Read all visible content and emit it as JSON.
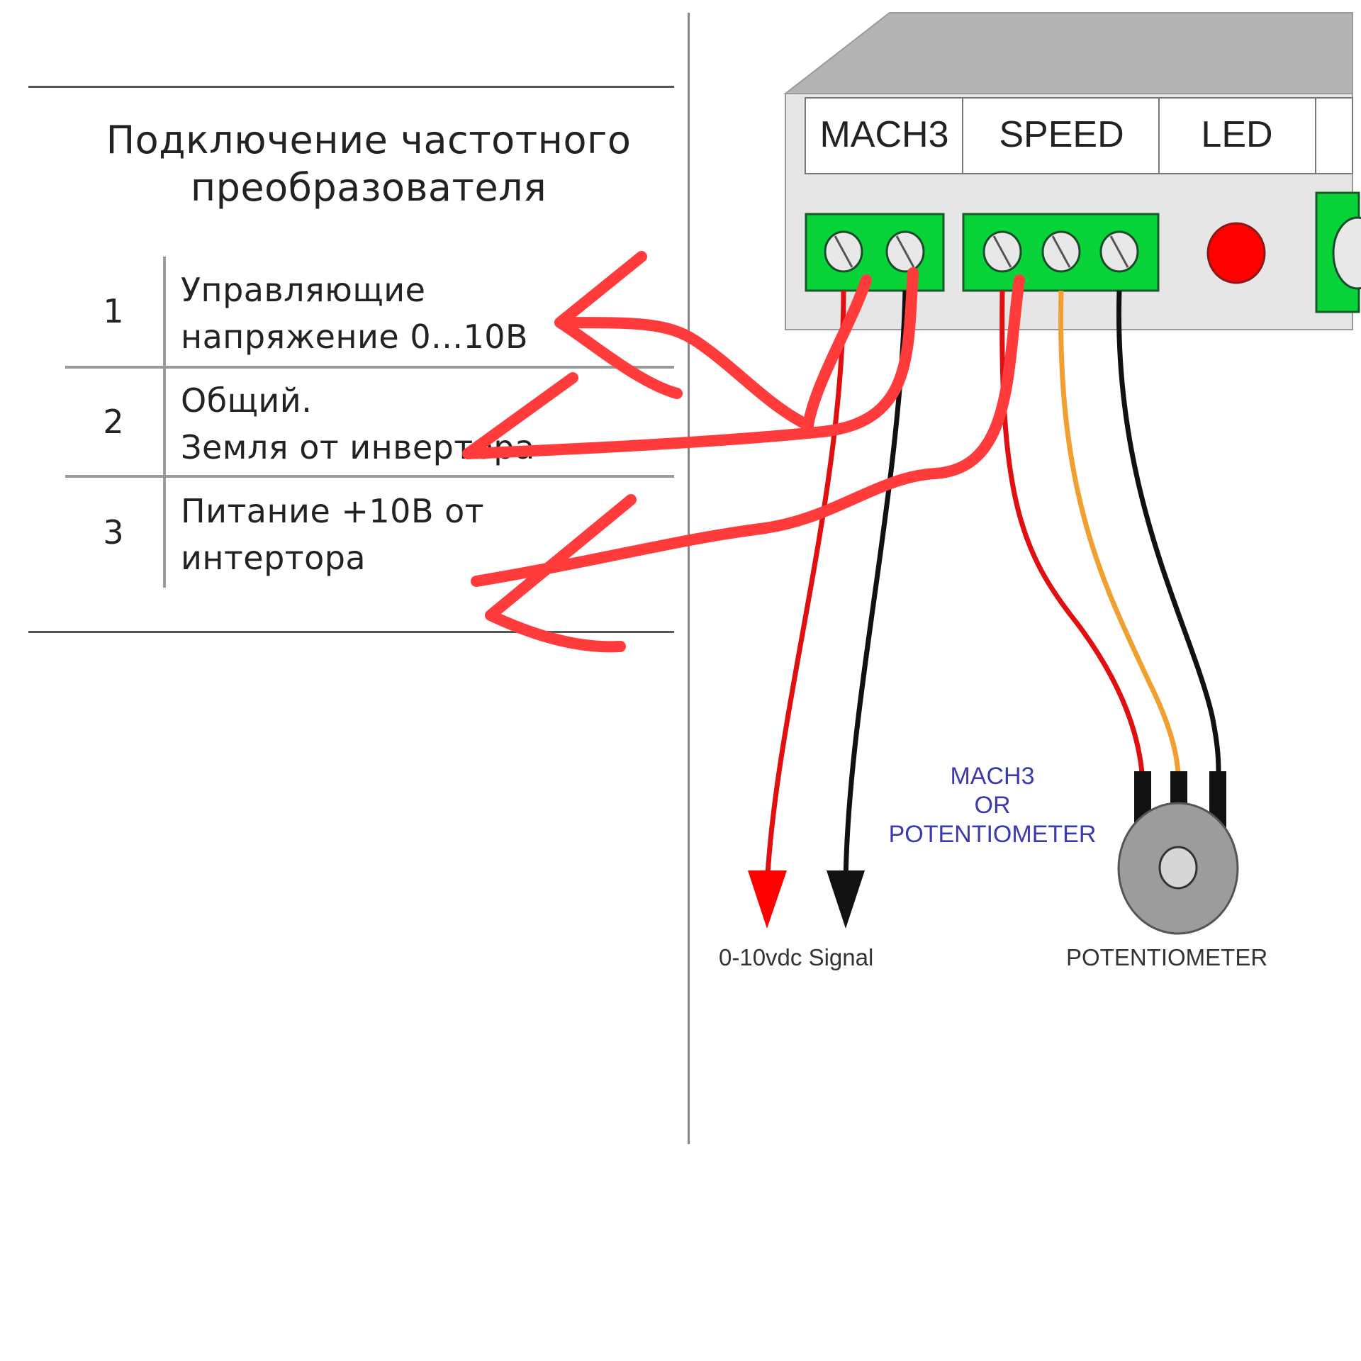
{
  "document": {
    "title_line1": "Подключение частотного",
    "title_line2": "преобразователя",
    "rows": [
      {
        "number": "1",
        "line1": "Управляющие",
        "line2": "напряжение 0...10В"
      },
      {
        "number": "2",
        "line1": "Общий.",
        "line2": "Земля от инвертора"
      },
      {
        "number": "3",
        "line1": "Питание +10В от",
        "line2": "интертора"
      }
    ]
  },
  "diagram": {
    "header_labels": [
      "MACH3",
      "SPEED",
      "LED"
    ],
    "center_label_lines": [
      "MACH3",
      "OR",
      "POTENTIOMETER"
    ],
    "signal_label": "0-10vdc Signal",
    "potentiometer_label": "POTENTIOMETER",
    "colors": {
      "terminal_green": "#08d43a",
      "led_red": "#ff0000",
      "wire_red": "#e01010",
      "wire_orange": "#f0a030",
      "wire_black": "#111111",
      "annotation_red": "#ff3b3b",
      "label_blue": "#3a3aaa",
      "housing_gray": "#b4b4b4",
      "panel_gray": "#e6e6e6"
    }
  }
}
